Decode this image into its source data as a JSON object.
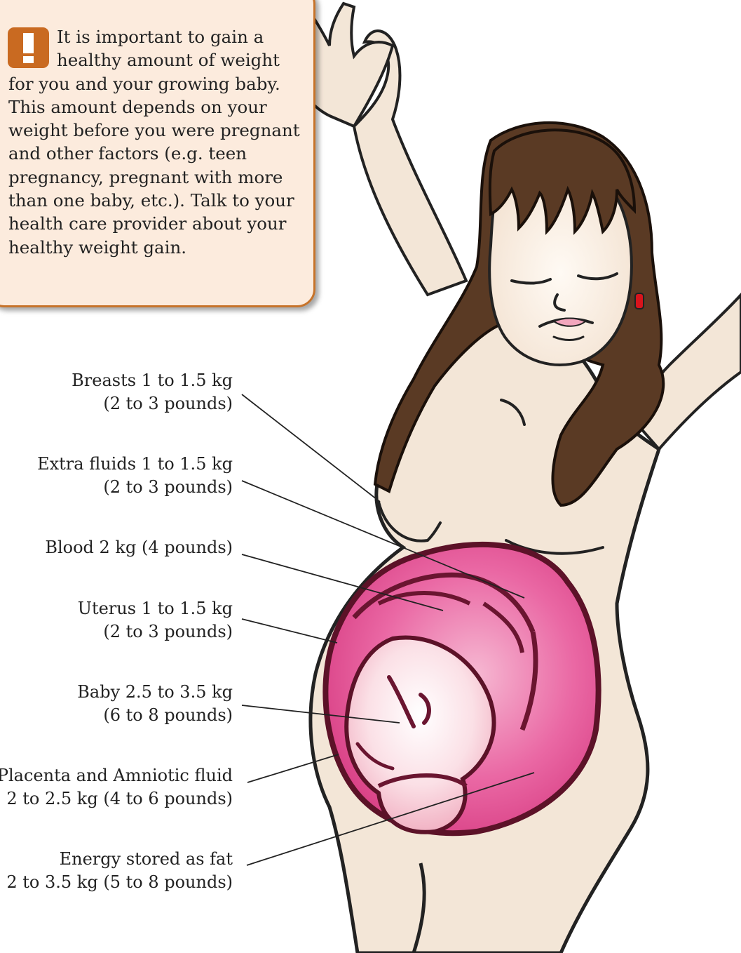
{
  "note": {
    "icon": "exclamation-icon",
    "accent": "#c96a21",
    "text": "It is important to gain a healthy amount of weight for you and your growing baby. This amount depends on your weight before you were pregnant and other factors (e.g. teen pregnancy, pregnant with more than one baby, etc.). Talk to your health care provider about your healthy weight gain."
  },
  "labels": [
    {
      "line1": "Breasts 1 to 1.5 kg",
      "line2": "(2 to 3 pounds)"
    },
    {
      "line1": "Extra fluids 1 to 1.5 kg",
      "line2": "(2 to 3 pounds)"
    },
    {
      "line1": "Blood 2 kg (4 pounds)",
      "line2": ""
    },
    {
      "line1": "Uterus 1 to 1.5 kg",
      "line2": "(2 to 3 pounds)"
    },
    {
      "line1": "Baby 2.5 to 3.5 kg",
      "line2": "(6 to 8 pounds)"
    },
    {
      "line1": "Placenta and Amniotic fluid",
      "line2": "2 to 2.5 kg (4 to 6 pounds)"
    },
    {
      "line1": "Energy stored as fat",
      "line2": "2 to 3.5 kg (5 to 8 pounds)"
    }
  ]
}
